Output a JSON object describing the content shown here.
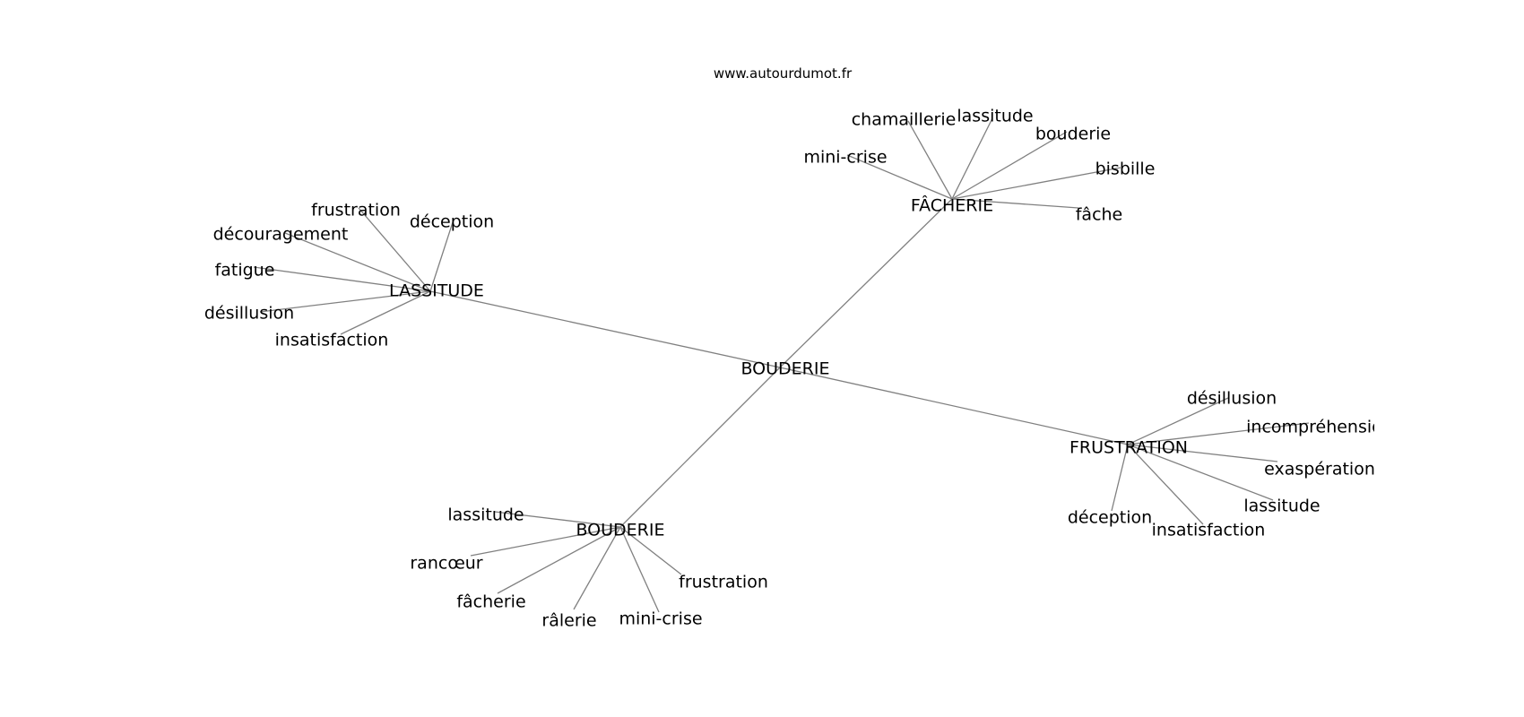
{
  "source": "www.autourdumot.fr",
  "center": "BOUDERIE",
  "clusters": [
    {
      "id": "lassitude",
      "label": "LASSITUDE",
      "leaves": [
        "frustration",
        "déception",
        "découragement",
        "fatigue",
        "désillusion",
        "insatisfaction"
      ]
    },
    {
      "id": "facherie",
      "label": "FÂCHERIE",
      "leaves": [
        "chamaillerie",
        "lassitude",
        "bouderie",
        "mini-crise",
        "bisbille",
        "fâche"
      ]
    },
    {
      "id": "frustration",
      "label": "FRUSTRATION",
      "leaves": [
        "désillusion",
        "incompréhension",
        "exaspération",
        "lassitude",
        "déception",
        "insatisfaction"
      ]
    },
    {
      "id": "bouderie",
      "label": "BOUDERIE",
      "leaves": [
        "lassitude",
        "rancœur",
        "fâcherie",
        "râlerie",
        "mini-crise",
        "frustration"
      ]
    }
  ]
}
